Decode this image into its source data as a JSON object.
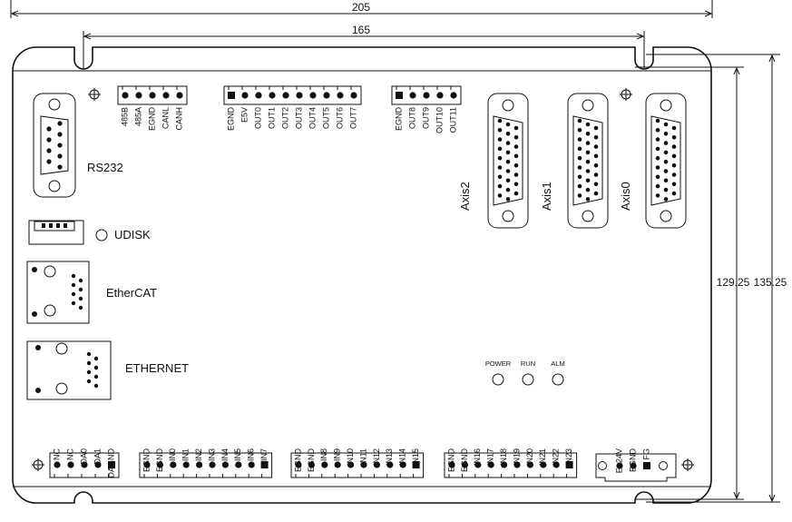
{
  "dimensions": {
    "width_outer": "205",
    "width_holes": "165",
    "height_holes": "129.25",
    "height_outer": "135.25"
  },
  "labels": {
    "rs232": "RS232",
    "udisk": "UDISK",
    "ethercat": "EtherCAT",
    "ethernet": "ETHERNET",
    "axis2": "Axis2",
    "axis1": "Axis1",
    "axis0": "Axis0",
    "power": "POWER",
    "run": "RUN",
    "alm": "ALM"
  },
  "terminals": {
    "can485": [
      "485B",
      "485A",
      "EGND",
      "CANL",
      "CANH"
    ],
    "out_main": [
      "EGND",
      "E5V",
      "OUT0",
      "OUT1",
      "OUT2",
      "OUT3",
      "OUT4",
      "OUT5",
      "OUT6",
      "OUT7"
    ],
    "out_hi": [
      "EGND",
      "OUT8",
      "OUT9",
      "OUT10",
      "OUT11"
    ],
    "da": [
      "NC",
      "NC",
      "DA0",
      "DA1",
      "DAGND"
    ],
    "in0": [
      "EGND",
      "EGND",
      "IN0",
      "IN1",
      "IN2",
      "IN3",
      "IN4",
      "IN5",
      "IN6",
      "IN7"
    ],
    "in1": [
      "EGND",
      "EGND",
      "IN8",
      "IN9",
      "IN10",
      "IN11",
      "IN12",
      "IN13",
      "IN14",
      "IN15"
    ],
    "in2": [
      "EGND",
      "EGND",
      "IN16",
      "IN17",
      "IN18",
      "IN19",
      "IN20",
      "IN21",
      "IN22",
      "IN23"
    ],
    "power": [
      "E+24V",
      "EGND",
      "FG"
    ]
  }
}
